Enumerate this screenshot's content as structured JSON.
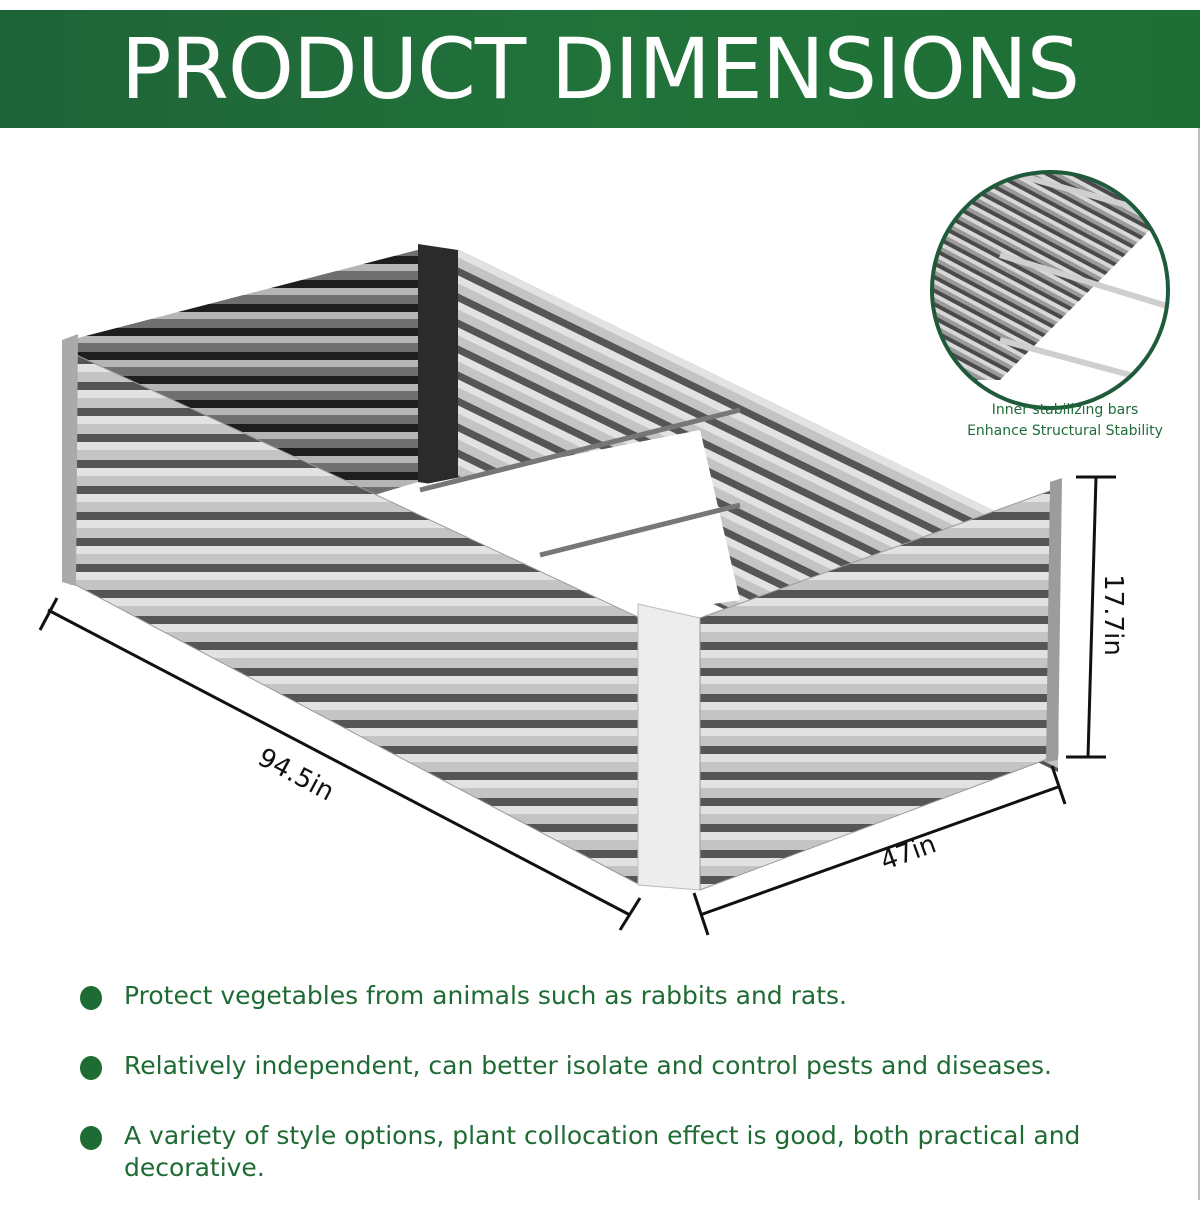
{
  "header": {
    "title": "PRODUCT DIMENSIONS",
    "background": "#21733a"
  },
  "product": {
    "name": "galvanized-raised-garden-bed",
    "dimensions": {
      "length": "94.5in",
      "width": "47in",
      "height": "17.7in"
    },
    "callout": {
      "line1": "Inner stabilizing bars",
      "line2": "Enhance Structural Stability"
    }
  },
  "features": [
    {
      "text": "Protect vegetables from animals such as rabbits and rats."
    },
    {
      "text": "Relatively independent, can better isolate and control pests and diseases."
    },
    {
      "text": "A variety of style options, plant collocation effect is good, both practical and decorative."
    }
  ],
  "colors": {
    "accent": "#1e6b33",
    "metal": "#b9b9b9"
  }
}
